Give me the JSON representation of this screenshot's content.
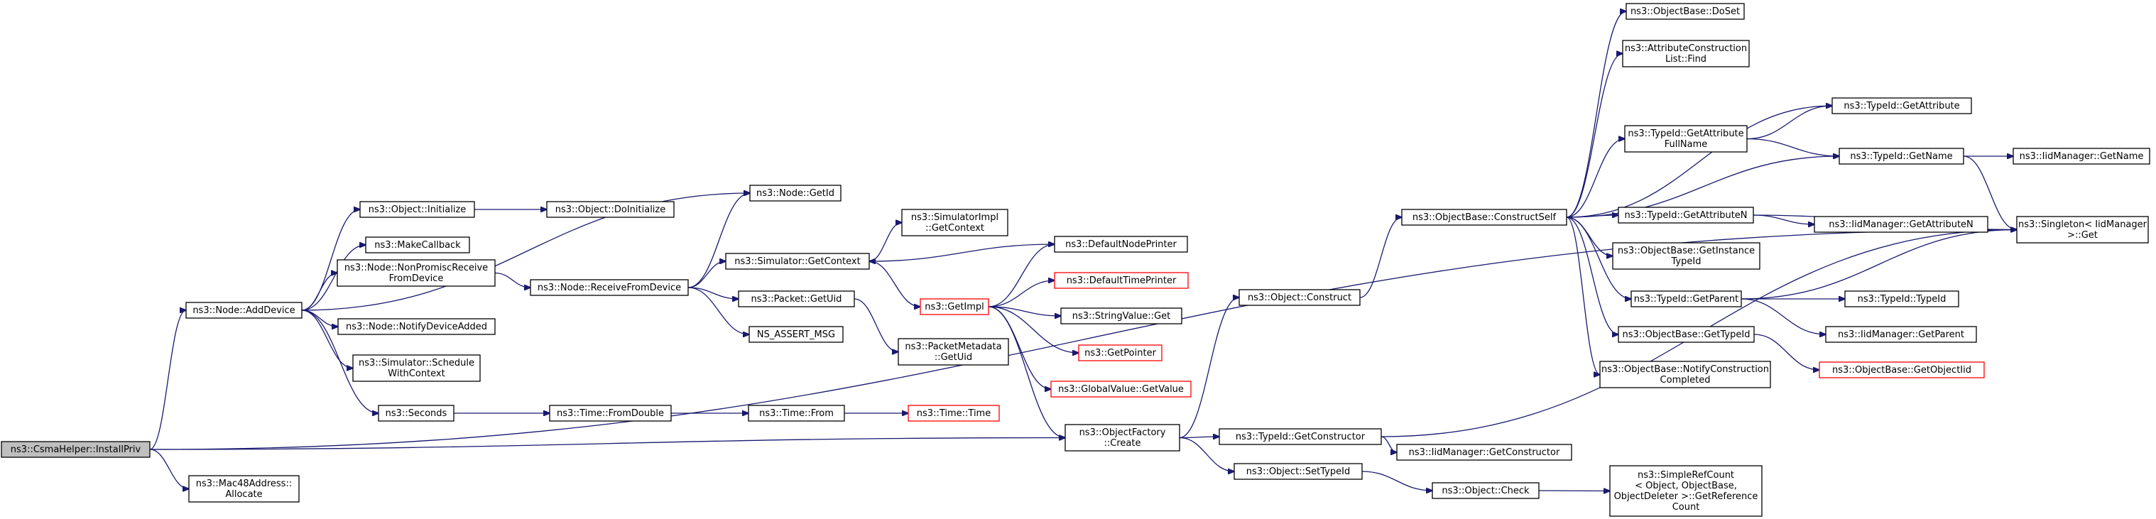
{
  "colors": {
    "edge": "#191970",
    "node_border": "#000000",
    "link_border": "#ff0000",
    "root_fill": "#bfbfbf",
    "node_fill": "#ffffff",
    "text": "#000000"
  },
  "nodes": [
    {
      "id": "installpriv",
      "lines": [
        "ns3::CsmaHelper::InstallPriv"
      ],
      "style": "root"
    },
    {
      "id": "adddevice",
      "lines": [
        "ns3::Node::AddDevice"
      ]
    },
    {
      "id": "mac48",
      "lines": [
        "ns3::Mac48Address::",
        "Allocate"
      ]
    },
    {
      "id": "initialize",
      "lines": [
        "ns3::Object::Initialize"
      ]
    },
    {
      "id": "makecallback",
      "lines": [
        "ns3::MakeCallback"
      ]
    },
    {
      "id": "nonpromisc",
      "lines": [
        "ns3::Node::NonPromiscReceive",
        "FromDevice"
      ]
    },
    {
      "id": "notifydevice",
      "lines": [
        "ns3::Node::NotifyDeviceAdded"
      ]
    },
    {
      "id": "schedulectx",
      "lines": [
        "ns3::Simulator::Schedule",
        "WithContext"
      ]
    },
    {
      "id": "seconds",
      "lines": [
        "ns3::Seconds"
      ]
    },
    {
      "id": "doinitialize",
      "lines": [
        "ns3::Object::DoInitialize"
      ]
    },
    {
      "id": "getid",
      "lines": [
        "ns3::Node::GetId"
      ]
    },
    {
      "id": "receivefrom",
      "lines": [
        "ns3::Node::ReceiveFromDevice"
      ]
    },
    {
      "id": "fromdouble",
      "lines": [
        "ns3::Time::FromDouble"
      ]
    },
    {
      "id": "timefrom",
      "lines": [
        "ns3::Time::From"
      ]
    },
    {
      "id": "time",
      "lines": [
        "ns3::Time::Time"
      ],
      "style": "link"
    },
    {
      "id": "simgetctx",
      "lines": [
        "ns3::Simulator::GetContext"
      ]
    },
    {
      "id": "simimplgetctx",
      "lines": [
        "ns3::SimulatorImpl",
        "::GetContext"
      ]
    },
    {
      "id": "packetgetuid",
      "lines": [
        "ns3::Packet::GetUid"
      ]
    },
    {
      "id": "nsassert",
      "lines": [
        "NS_ASSERT_MSG"
      ]
    },
    {
      "id": "getimpl",
      "lines": [
        "ns3::GetImpl"
      ],
      "style": "link"
    },
    {
      "id": "pktmetagetuid",
      "lines": [
        "ns3::PacketMetadata",
        "::GetUid"
      ]
    },
    {
      "id": "defnodeprinter",
      "lines": [
        "ns3::DefaultNodePrinter"
      ]
    },
    {
      "id": "deftimeprinter",
      "lines": [
        "ns3::DefaultTimePrinter"
      ],
      "style": "link"
    },
    {
      "id": "stringvalueget",
      "lines": [
        "ns3::StringValue::Get"
      ]
    },
    {
      "id": "getpointer",
      "lines": [
        "ns3::GetPointer"
      ],
      "style": "link"
    },
    {
      "id": "globalvalue",
      "lines": [
        "ns3::GlobalValue::GetValue"
      ],
      "style": "link"
    },
    {
      "id": "objfactorycreate",
      "lines": [
        "ns3::ObjectFactory",
        "::Create"
      ]
    },
    {
      "id": "objconstruct",
      "lines": [
        "ns3::Object::Construct"
      ]
    },
    {
      "id": "typeidgetctor",
      "lines": [
        "ns3::TypeId::GetConstructor"
      ]
    },
    {
      "id": "objsettypeid",
      "lines": [
        "ns3::Object::SetTypeId"
      ]
    },
    {
      "id": "constructself",
      "lines": [
        "ns3::ObjectBase::ConstructSelf"
      ]
    },
    {
      "id": "iidgetctor",
      "lines": [
        "ns3::IidManager::GetConstructor"
      ]
    },
    {
      "id": "objcheck",
      "lines": [
        "ns3::Object::Check"
      ]
    },
    {
      "id": "doset",
      "lines": [
        "ns3::ObjectBase::DoSet"
      ]
    },
    {
      "id": "attrconstfind",
      "lines": [
        "ns3::AttributeConstruction",
        "List::Find"
      ]
    },
    {
      "id": "getattrfullname",
      "lines": [
        "ns3::TypeId::GetAttribute",
        "FullName"
      ]
    },
    {
      "id": "getattributen",
      "lines": [
        "ns3::TypeId::GetAttributeN"
      ]
    },
    {
      "id": "getinstancetypeid",
      "lines": [
        "ns3::ObjectBase::GetInstance",
        "TypeId"
      ]
    },
    {
      "id": "getparent",
      "lines": [
        "ns3::TypeId::GetParent"
      ]
    },
    {
      "id": "objbasegettypeid",
      "lines": [
        "ns3::ObjectBase::GetTypeId"
      ]
    },
    {
      "id": "notifyconstcompleted",
      "lines": [
        "ns3::ObjectBase::NotifyConstruction",
        "Completed"
      ]
    },
    {
      "id": "simplerefcount",
      "lines": [
        "ns3::SimpleRefCount",
        "< Object, ObjectBase,",
        "ObjectDeleter >::GetReference",
        "Count"
      ]
    },
    {
      "id": "getattribute",
      "lines": [
        "ns3::TypeId::GetAttribute"
      ]
    },
    {
      "id": "getname",
      "lines": [
        "ns3::TypeId::GetName"
      ]
    },
    {
      "id": "iidgetattributen",
      "lines": [
        "ns3::IidManager::GetAttributeN"
      ]
    },
    {
      "id": "typeidtypeid",
      "lines": [
        "ns3::TypeId::TypeId"
      ]
    },
    {
      "id": "iidgetparent",
      "lines": [
        "ns3::IidManager::GetParent"
      ]
    },
    {
      "id": "getobjectiid",
      "lines": [
        "ns3::ObjectBase::GetObjectIid"
      ],
      "style": "link"
    },
    {
      "id": "iidgetname",
      "lines": [
        "ns3::IidManager::GetName"
      ]
    },
    {
      "id": "singletonget",
      "lines": [
        "ns3::Singleton< IidManager",
        " >::Get"
      ]
    }
  ],
  "edges": [
    [
      "installpriv",
      "adddevice"
    ],
    [
      "installpriv",
      "mac48"
    ],
    [
      "installpriv",
      "objfactorycreate"
    ],
    [
      "installpriv",
      "singletonget"
    ],
    [
      "adddevice",
      "initialize"
    ],
    [
      "adddevice",
      "makecallback"
    ],
    [
      "adddevice",
      "nonpromisc"
    ],
    [
      "adddevice",
      "notifydevice"
    ],
    [
      "adddevice",
      "schedulectx"
    ],
    [
      "adddevice",
      "seconds"
    ],
    [
      "adddevice",
      "getid"
    ],
    [
      "initialize",
      "doinitialize"
    ],
    [
      "nonpromisc",
      "receivefrom"
    ],
    [
      "receivefrom",
      "getid"
    ],
    [
      "receivefrom",
      "simgetctx"
    ],
    [
      "receivefrom",
      "packetgetuid"
    ],
    [
      "receivefrom",
      "nsassert"
    ],
    [
      "seconds",
      "fromdouble"
    ],
    [
      "fromdouble",
      "timefrom"
    ],
    [
      "timefrom",
      "time"
    ],
    [
      "simgetctx",
      "simimplgetctx"
    ],
    [
      "simgetctx",
      "getimpl"
    ],
    [
      "packetgetuid",
      "pktmetagetuid"
    ],
    [
      "defnodeprinter",
      "simgetctx"
    ],
    [
      "getimpl",
      "defnodeprinter"
    ],
    [
      "getimpl",
      "deftimeprinter"
    ],
    [
      "getimpl",
      "stringvalueget"
    ],
    [
      "getimpl",
      "getpointer"
    ],
    [
      "getimpl",
      "globalvalue"
    ],
    [
      "getimpl",
      "objfactorycreate"
    ],
    [
      "objfactorycreate",
      "objconstruct"
    ],
    [
      "objfactorycreate",
      "typeidgetctor"
    ],
    [
      "objfactorycreate",
      "objsettypeid"
    ],
    [
      "objconstruct",
      "constructself"
    ],
    [
      "typeidgetctor",
      "iidgetctor"
    ],
    [
      "typeidgetctor",
      "singletonget"
    ],
    [
      "objsettypeid",
      "objcheck"
    ],
    [
      "objcheck",
      "simplerefcount"
    ],
    [
      "constructself",
      "doset"
    ],
    [
      "constructself",
      "attrconstfind"
    ],
    [
      "constructself",
      "getattribute"
    ],
    [
      "constructself",
      "getattrfullname"
    ],
    [
      "constructself",
      "getname"
    ],
    [
      "constructself",
      "getattributen"
    ],
    [
      "constructself",
      "getinstancetypeid"
    ],
    [
      "constructself",
      "getparent"
    ],
    [
      "constructself",
      "objbasegettypeid"
    ],
    [
      "constructself",
      "notifyconstcompleted"
    ],
    [
      "getattrfullname",
      "getattribute"
    ],
    [
      "getattrfullname",
      "getname"
    ],
    [
      "getname",
      "iidgetname"
    ],
    [
      "getname",
      "singletonget"
    ],
    [
      "getattributen",
      "iidgetattributen"
    ],
    [
      "getattributen",
      "singletonget"
    ],
    [
      "getparent",
      "typeidtypeid"
    ],
    [
      "getparent",
      "iidgetparent"
    ],
    [
      "getparent",
      "singletonget"
    ],
    [
      "objbasegettypeid",
      "getobjectiid"
    ]
  ]
}
